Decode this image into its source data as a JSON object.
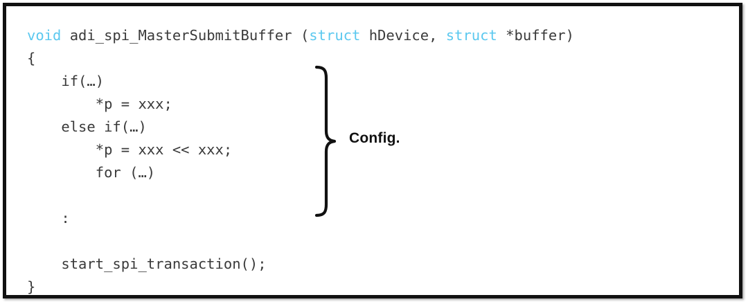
{
  "figure": {
    "background_color": "#ffffff",
    "border_color": "#111111",
    "keyword_color": "#5BC8EF",
    "code_color": "#3a3a3a"
  },
  "code": {
    "language": "c",
    "lines": [
      {
        "id": "signature",
        "tokens": [
          {
            "text": "void",
            "kind": "keyword"
          },
          {
            "text": " adi_spi_MasterSubmitBuffer (",
            "kind": "plain"
          },
          {
            "text": "struct",
            "kind": "keyword"
          },
          {
            "text": " hDevice, ",
            "kind": "plain"
          },
          {
            "text": "struct",
            "kind": "keyword"
          },
          {
            "text": " *buffer)",
            "kind": "plain"
          }
        ]
      },
      {
        "id": "open-brace",
        "tokens": [
          {
            "text": "{",
            "kind": "plain"
          }
        ]
      },
      {
        "id": "if",
        "tokens": [
          {
            "text": "    if(…)",
            "kind": "plain"
          }
        ]
      },
      {
        "id": "assign-1",
        "tokens": [
          {
            "text": "        *p = xxx;",
            "kind": "plain"
          }
        ]
      },
      {
        "id": "else-if",
        "tokens": [
          {
            "text": "    else if(…)",
            "kind": "plain"
          }
        ]
      },
      {
        "id": "assign-2",
        "tokens": [
          {
            "text": "        *p = xxx << xxx;",
            "kind": "plain"
          }
        ]
      },
      {
        "id": "for",
        "tokens": [
          {
            "text": "        for (…)",
            "kind": "plain"
          }
        ]
      },
      {
        "id": "spacer-1",
        "tokens": [
          {
            "text": " ",
            "kind": "plain"
          }
        ]
      },
      {
        "id": "ellipsis-colon",
        "tokens": [
          {
            "text": "    :",
            "kind": "plain"
          }
        ]
      },
      {
        "id": "spacer-2",
        "tokens": [
          {
            "text": " ",
            "kind": "plain"
          }
        ]
      },
      {
        "id": "start-transaction",
        "tokens": [
          {
            "text": "    start_spi_transaction();",
            "kind": "plain"
          }
        ]
      },
      {
        "id": "close-brace",
        "tokens": [
          {
            "text": "}",
            "kind": "plain"
          }
        ]
      }
    ]
  },
  "annotation": {
    "brace_label": "Config.",
    "brace_icon": "right-curly-brace-icon"
  }
}
